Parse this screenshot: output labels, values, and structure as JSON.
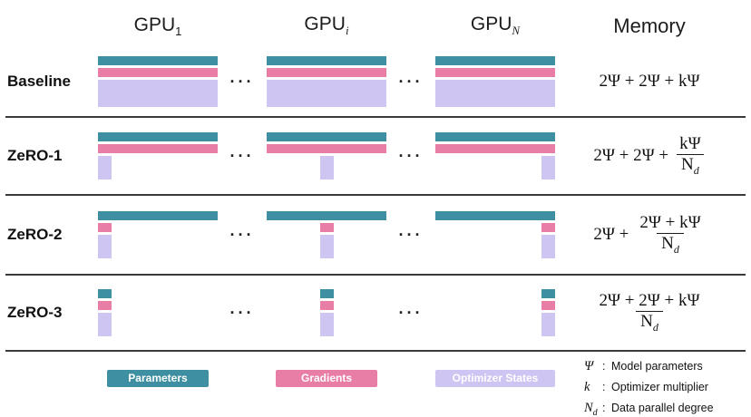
{
  "colors": {
    "parameters": "#3d8fa1",
    "gradients": "#e87ea6",
    "optimizer": "#cfc5f2",
    "divider": "#3a3a3a",
    "text": "#111111",
    "legend_text": "#ffffff"
  },
  "ellipsis": "···",
  "header": {
    "gpu1": {
      "base": "GPU",
      "sub": "1"
    },
    "gpui": {
      "base": "GPU",
      "sub": "i"
    },
    "gpun": {
      "base": "GPU",
      "sub": "N"
    },
    "memory": "Memory"
  },
  "rows": [
    {
      "label": "Baseline",
      "bars": {
        "parameters": "full",
        "gradients": "full",
        "optimizer": "full"
      },
      "formula": {
        "type": "plain",
        "text": "2Ψ + 2Ψ + kΨ"
      }
    },
    {
      "label": "ZeRO-1",
      "bars": {
        "parameters": "full",
        "gradients": "full",
        "optimizer": "shard"
      },
      "formula": {
        "type": "fraction",
        "prefix": "2Ψ + 2Ψ +",
        "num": "kΨ",
        "den": "N",
        "den_sub": "d"
      }
    },
    {
      "label": "ZeRO-2",
      "bars": {
        "parameters": "full",
        "gradients": "shard",
        "optimizer": "shard"
      },
      "formula": {
        "type": "fraction",
        "prefix": "2Ψ +",
        "num": "2Ψ + kΨ",
        "den": "N",
        "den_sub": "d"
      }
    },
    {
      "label": "ZeRO-3",
      "bars": {
        "parameters": "shard",
        "gradients": "shard",
        "optimizer": "shard"
      },
      "formula": {
        "type": "fraction",
        "prefix": "",
        "num": "2Ψ + 2Ψ + kΨ",
        "den": "N",
        "den_sub": "d"
      }
    }
  ],
  "legend": [
    {
      "label": "Parameters",
      "color_key": "parameters"
    },
    {
      "label": "Gradients",
      "color_key": "gradients"
    },
    {
      "label": "Optimizer States",
      "color_key": "optimizer"
    }
  ],
  "notes": [
    {
      "symbol": "Ψ",
      "sub": "",
      "sep": ":",
      "desc": "Model parameters"
    },
    {
      "symbol": "k",
      "sub": "",
      "sep": ":",
      "desc": "Optimizer multiplier"
    },
    {
      "symbol": "N",
      "sub": "d",
      "sep": ":",
      "desc": "Data parallel degree"
    }
  ]
}
